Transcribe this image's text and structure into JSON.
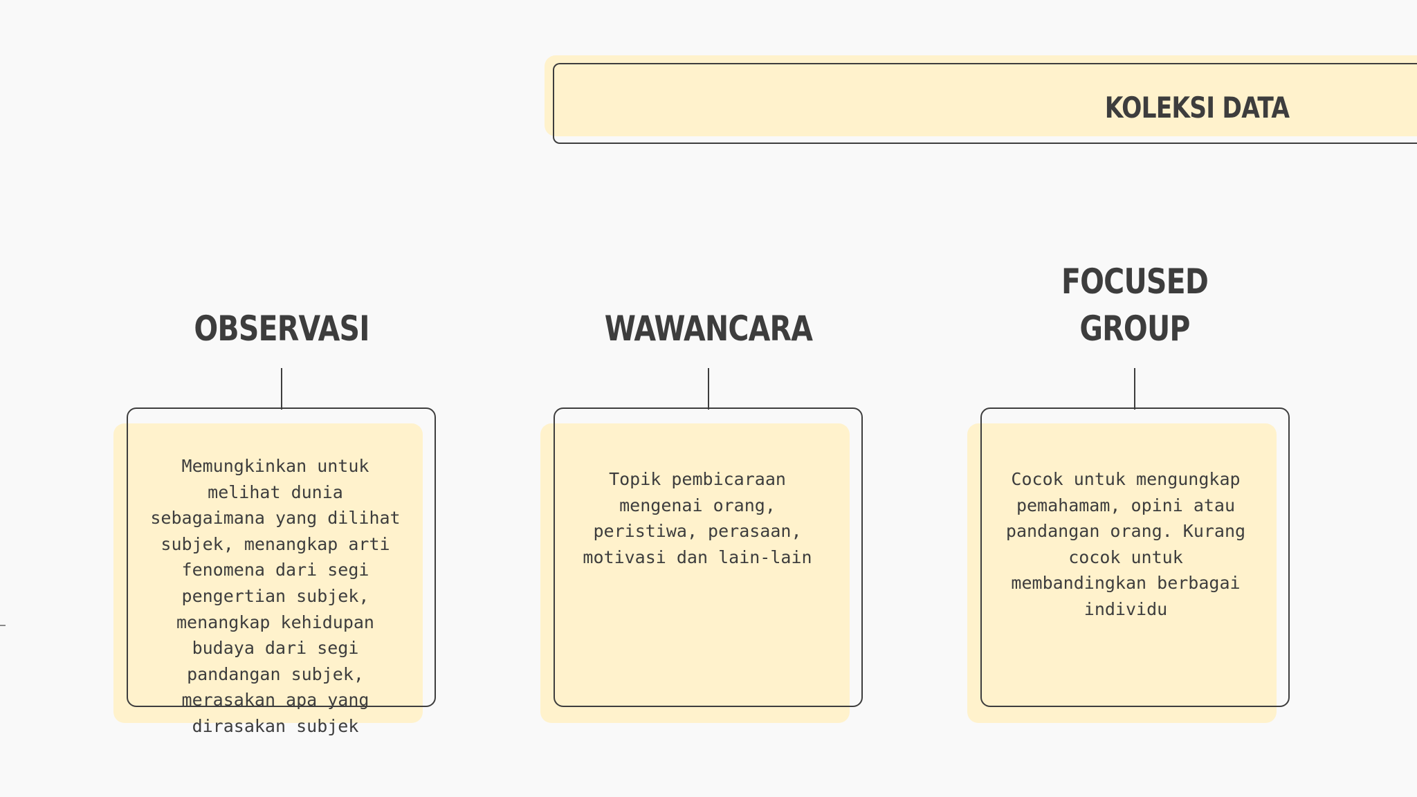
{
  "header": {
    "title": "KOLEKSI DATA"
  },
  "columns": [
    {
      "heading": "OBSERVASI",
      "description": "Memungkinkan untuk melihat dunia sebagaimana yang dilihat subjek, menangkap arti fenomena dari segi pengertian subjek, menangkap kehidupan budaya dari segi pandangan subjek, merasakan apa yang dirasakan subjek"
    },
    {
      "heading": "WAWANCARA",
      "description": "Topik pembicaraan mengenai orang, peristiwa, perasaan, motivasi dan lain-lain"
    },
    {
      "heading": "FOCUSED GROUP",
      "description": "Cocok untuk mengungkap pemahamam, opini atau pandangan orang. Kurang cocok untuk membandingkan berbagai individu"
    }
  ],
  "colors": {
    "background": "#f9f9f9",
    "highlight": "#fff2cc",
    "ink": "#3d3d3d"
  }
}
